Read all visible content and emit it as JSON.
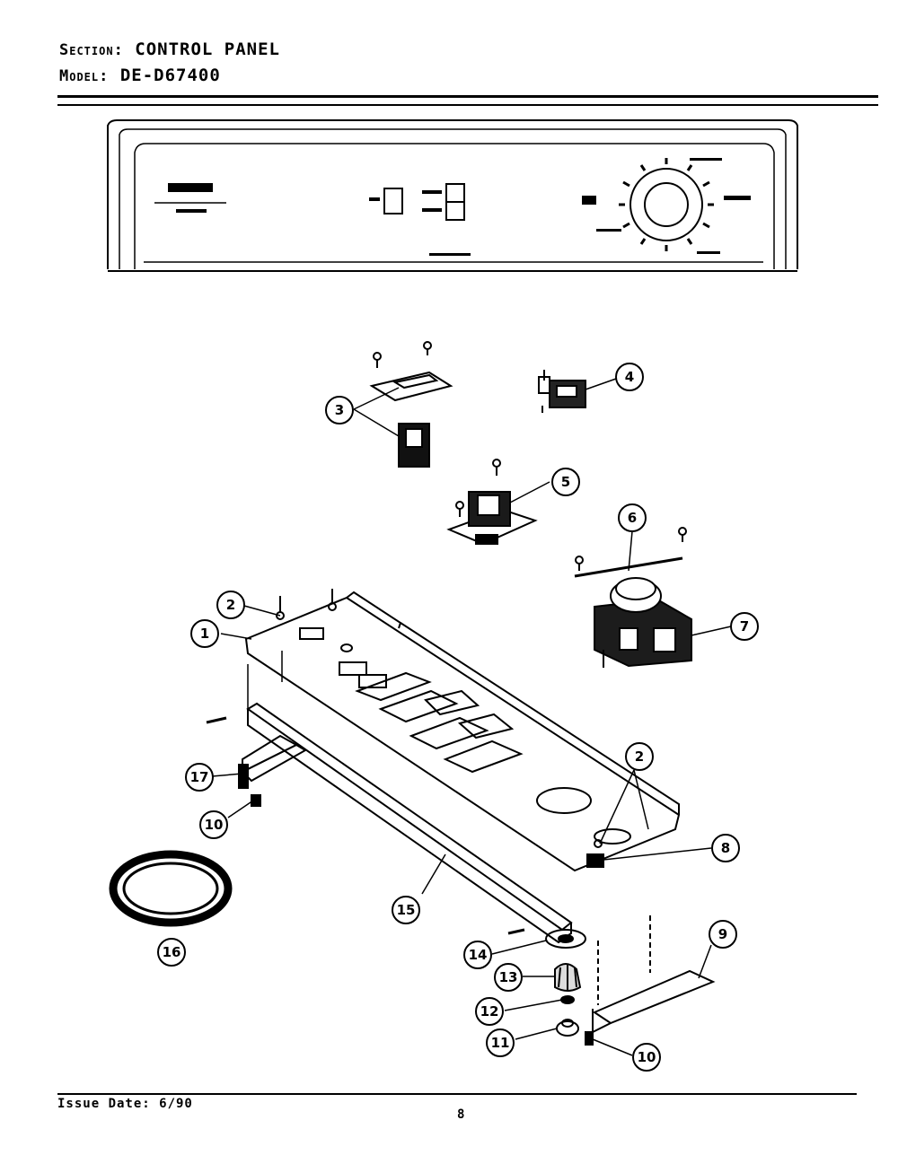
{
  "header": {
    "section_key": "Section:",
    "section_value": "CONTROL PANEL",
    "model_key": "Model:",
    "model_value": "DE-D67400"
  },
  "callouts": [
    "1",
    "2",
    "3",
    "4",
    "5",
    "6",
    "7",
    "8",
    "9",
    "10",
    "11",
    "12",
    "13",
    "14",
    "15",
    "16",
    "17"
  ],
  "footer": {
    "issue_date": "Issue Date: 6/90",
    "page_number": "8"
  }
}
